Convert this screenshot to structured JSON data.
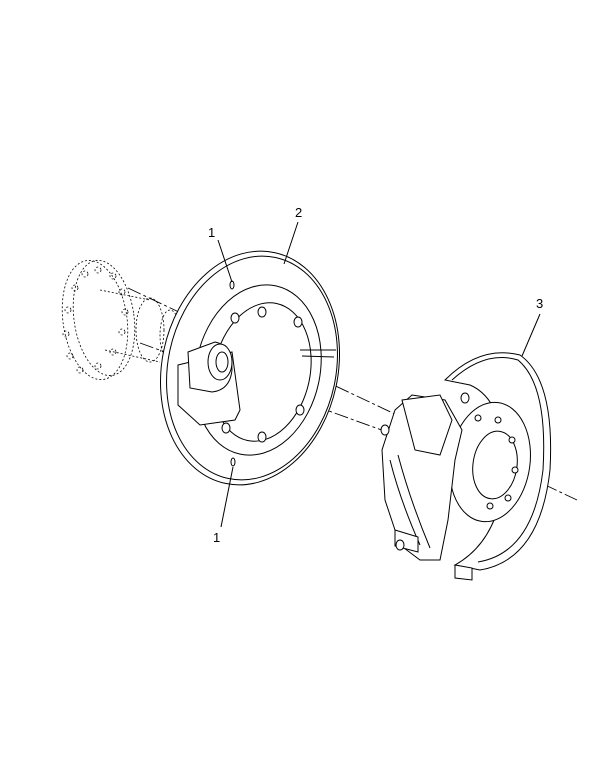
{
  "callouts": [
    {
      "id": "callout-1-top",
      "label": "1"
    },
    {
      "id": "callout-2",
      "label": "2"
    },
    {
      "id": "callout-3",
      "label": "3"
    },
    {
      "id": "callout-1-bottom",
      "label": "1"
    }
  ]
}
